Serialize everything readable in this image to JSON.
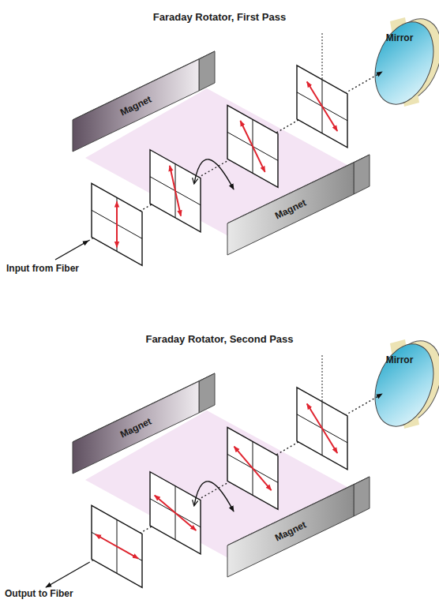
{
  "diagram": {
    "labels": [
      "Faraday Rotator, First Pass",
      "Magnet",
      "Magnet",
      "Mirror",
      "Input from Fiber",
      "Faraday Rotator, Second Pass",
      "Magnet",
      "Magnet",
      "Mirror",
      "Output to Fiber"
    ]
  }
}
